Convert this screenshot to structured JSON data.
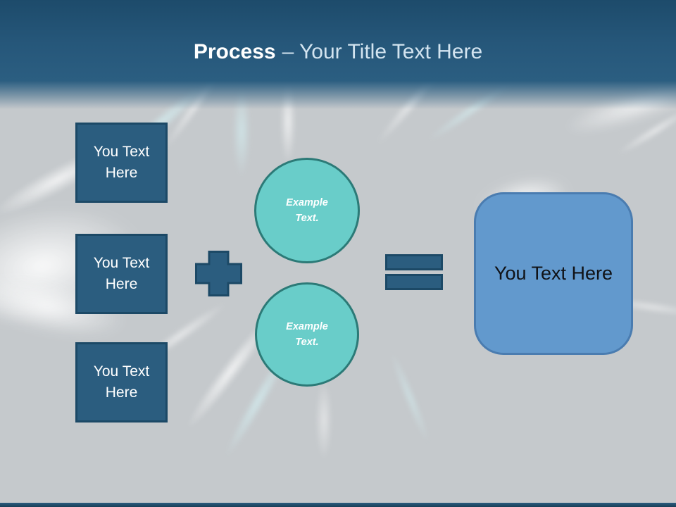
{
  "slide": {
    "title": {
      "highlight": "Process",
      "rest": "– Your Title Text Here"
    },
    "source_boxes": [
      {
        "label": "You Text Here"
      },
      {
        "label": "You Text Here"
      },
      {
        "label": "You Text Here"
      }
    ],
    "operators": {
      "plus": "+",
      "equals": "="
    },
    "circles": [
      {
        "label": "Example Text."
      },
      {
        "label": "Example Text."
      }
    ],
    "result_box": {
      "label": "You Text Here"
    },
    "colors": {
      "header_blue": "#2a5d80",
      "shape_blue": "#2b5d7f",
      "shape_border": "#1c4966",
      "circle_teal": "#69cdc9",
      "circle_border": "#2c7a77",
      "result_fill": "#6299cd",
      "result_border": "#4a7cb0",
      "background_gray": "#c5c9cc",
      "title_secondary": "#d3e4f0"
    }
  }
}
